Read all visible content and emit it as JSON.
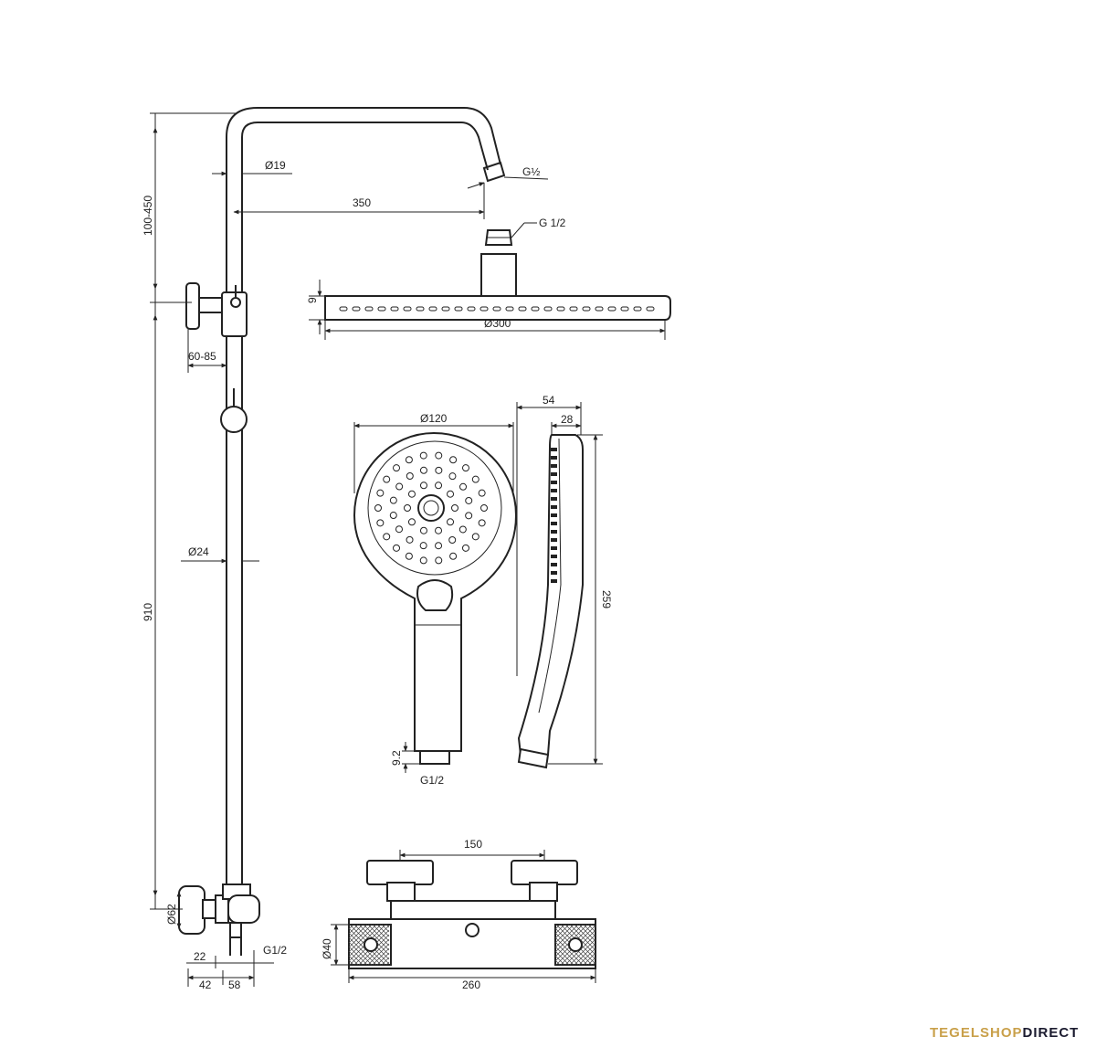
{
  "diagram": {
    "column": {
      "height_range": "100-450",
      "pipe_diameter": "Ø19",
      "arm_length": "350",
      "arm_thread": "G½",
      "wall_bracket_depth": "60-85",
      "rail_diameter": "Ø24",
      "rail_height": "910",
      "mixer_knob_diameter": "Ø62",
      "inlet_thread": "G1/2",
      "offset_a": "22",
      "offset_b": "42",
      "offset_c": "58"
    },
    "head_shower": {
      "inlet_thread": "G 1/2",
      "thickness": "9",
      "diameter": "Ø300"
    },
    "hand_shower": {
      "head_diameter": "Ø120",
      "side_depth": "54",
      "side_head_depth": "28",
      "length": "259",
      "connector_height": "9.2",
      "connector_thread": "G1/2"
    },
    "thermostat": {
      "center_distance": "150",
      "body_diameter": "Ø40",
      "total_width": "260"
    }
  },
  "brand": {
    "part1": "TEGELSHOP",
    "part2": "DIRECT"
  },
  "colors": {
    "line": "#222222",
    "brand_gold": "#c9a04a",
    "brand_dark": "#1b1b2f"
  }
}
